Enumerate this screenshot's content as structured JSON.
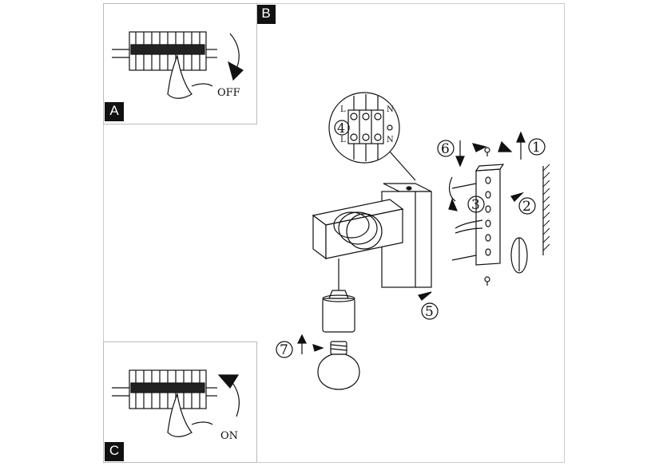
{
  "panels": {
    "a": {
      "tag": "A",
      "status": "OFF"
    },
    "b": {
      "tag": "B"
    },
    "c": {
      "tag": "C",
      "status": "ON"
    }
  },
  "wiring": {
    "line": "L",
    "neutral": "N",
    "step": "4"
  },
  "steps": {
    "s1": "1",
    "s2": "2",
    "s3": "3",
    "s5": "5",
    "s6": "6",
    "s7": "7"
  }
}
